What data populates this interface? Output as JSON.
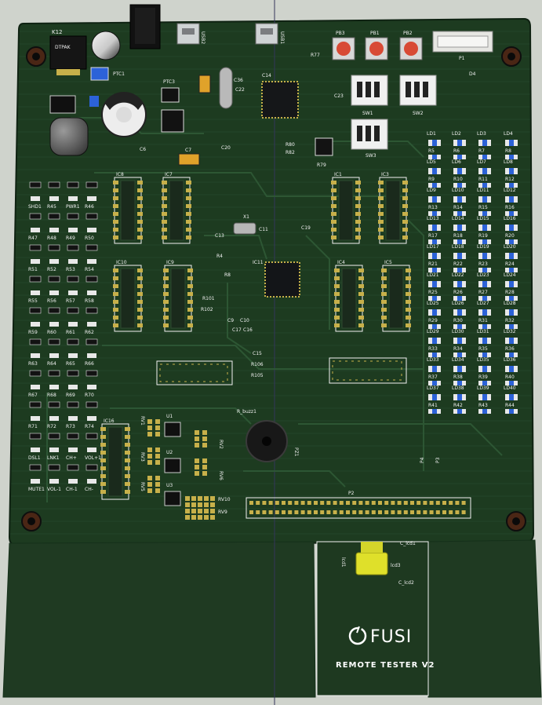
{
  "board": {
    "title": "REMOTE TESTER V2",
    "brand": "FUSI",
    "colors": {
      "background": "#cfd3cc",
      "pcb": "#1d3b20",
      "pcb_light": "#25482a",
      "copper_trace": "#2d5533",
      "pad": "#c7b04a",
      "silk": "#f2f2f2",
      "ic_body": "#16181a",
      "button_cap": "#d84a35",
      "led_blue": "#2c62d8",
      "lcd_yellow": "#dfe02a",
      "buzzer": "#181818",
      "mount_hole": "#4a2615",
      "lower_panel": "#1f3a22"
    }
  },
  "top_labels": {
    "k12": "K12",
    "dtpak": "DTPAK",
    "usb2": "USB2",
    "usb1": "USB1",
    "r77": "R77",
    "pb3": "PB3",
    "pb1": "PB1",
    "pb2": "PB2",
    "p1": "P1",
    "d4": "D4",
    "ptc3": "PTC3",
    "ptc1": "PTC1",
    "c23": "C23",
    "sw1": "SW1",
    "sw2": "SW2",
    "sw3": "SW3",
    "r79": "R79",
    "r80": "R80",
    "r82": "R82",
    "c14": "C14",
    "c20": "C20",
    "c22": "C22",
    "c6": "C6",
    "c7": "C7",
    "c36": "C36"
  },
  "ic_labels": {
    "ic8": "IC8",
    "ic7": "IC7",
    "ic1": "IC1",
    "ic3": "IC3",
    "ic10": "IC10",
    "ic9": "IC9",
    "ic4": "IC4",
    "ic5": "IC5",
    "ic11": "IC11",
    "ic16": "IC16",
    "x1": "X1",
    "u1": "U1",
    "u2": "U2",
    "u3": "U3",
    "pz1": "PZ1",
    "p2": "P2",
    "p4": "P4",
    "p3": "P3",
    "r101": "R101",
    "r102": "R102",
    "r105": "R105",
    "r106": "R106",
    "r_buzz": "R_buzz1",
    "rv10": "RV10",
    "rv9": "RV9",
    "rv2": "RV2",
    "rv1": "RV1",
    "rv3": "RV3",
    "rv5": "RV5",
    "rv6": "RV6",
    "c9": "C9",
    "c10": "C10",
    "c11": "C11",
    "c13": "C13",
    "c15": "C15",
    "c16": "C16",
    "c17": "C17",
    "c19": "C19",
    "r4": "R4",
    "r8": "R8",
    "lcd1": "lcd1",
    "lcd2": "C_lcd2",
    "lcd3": "lcd3",
    "c_lcd1": "C_lcd1"
  },
  "led_labels": [
    "LD1",
    "LD2",
    "LD3",
    "LD4",
    "LD5",
    "LD6",
    "LD7",
    "LD8",
    "LD9",
    "LD10",
    "LD11",
    "LD12",
    "LD13",
    "LD14",
    "LD15",
    "LD16",
    "LD17",
    "LD18",
    "LD19",
    "LD20",
    "LD21",
    "LD22",
    "LD23",
    "LD24",
    "LD25",
    "LD26",
    "LD27",
    "LD28",
    "LD29",
    "LD30",
    "LD31",
    "LD32",
    "LD33",
    "LD34",
    "LD35",
    "LD36",
    "LD37",
    "LD38",
    "LD39",
    "LD40"
  ],
  "resistor_labels": [
    "R5",
    "R6",
    "R7",
    "R8",
    "R9",
    "R10",
    "R11",
    "R12",
    "R13",
    "R14",
    "R15",
    "R16",
    "R17",
    "R18",
    "R19",
    "R20",
    "R21",
    "R22",
    "R23",
    "R24",
    "R25",
    "R26",
    "R27",
    "R28",
    "R29",
    "R30",
    "R31",
    "R32",
    "R33",
    "R34",
    "R35",
    "R36",
    "R37",
    "R38",
    "R39",
    "R40",
    "R41",
    "R42",
    "R43",
    "R44"
  ],
  "left_labels": [
    "SHD1",
    "R45",
    "PWR1",
    "R46",
    "R47",
    "R48",
    "R49",
    "R50",
    "R51",
    "R52",
    "R53",
    "R54",
    "R55",
    "R56",
    "R57",
    "R58",
    "R59",
    "R60",
    "R61",
    "R62",
    "R63",
    "R64",
    "R65",
    "R66",
    "R67",
    "R68",
    "R69",
    "R70",
    "R71",
    "R72",
    "R73",
    "R74",
    "DSL1",
    "LNK1",
    "CH+",
    "VOL+1",
    "MUTE1",
    "VOL-1",
    "CH-1",
    "CH-"
  ]
}
